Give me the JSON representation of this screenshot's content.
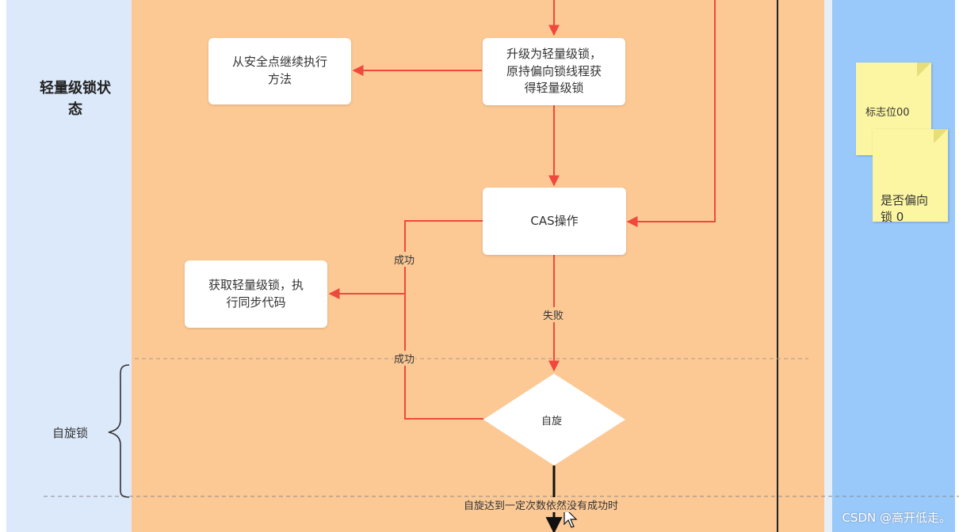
{
  "lanes": {
    "state_title": "轻量级锁状\n态",
    "spin_label": "自旋锁"
  },
  "nodes": {
    "continue_safepoint": "从安全点继续执行\n方法",
    "upgrade_light_lock": "升级为轻量级锁，\n原持偏向锁线程获\n得轻量级锁",
    "cas_operation": "CAS操作",
    "acquire_lock": "获取轻量级锁，执\n行同步代码",
    "spin": "自旋"
  },
  "edge_labels": {
    "success_1": "成功",
    "success_2": "成功",
    "fail": "失败",
    "spin_limit": "自旋达到一定次数依然没有成功时"
  },
  "notes": {
    "flag_bits": "标志位00",
    "biased_flag": "是否偏向\n锁 0"
  },
  "watermark": "CSDN @高开低走。",
  "colors": {
    "arrow": "#f0483c",
    "main_lane": "#fcc995",
    "left_lane": "#dce9fa",
    "right_lane": "#99c9fb",
    "note": "#fcf6a3"
  }
}
